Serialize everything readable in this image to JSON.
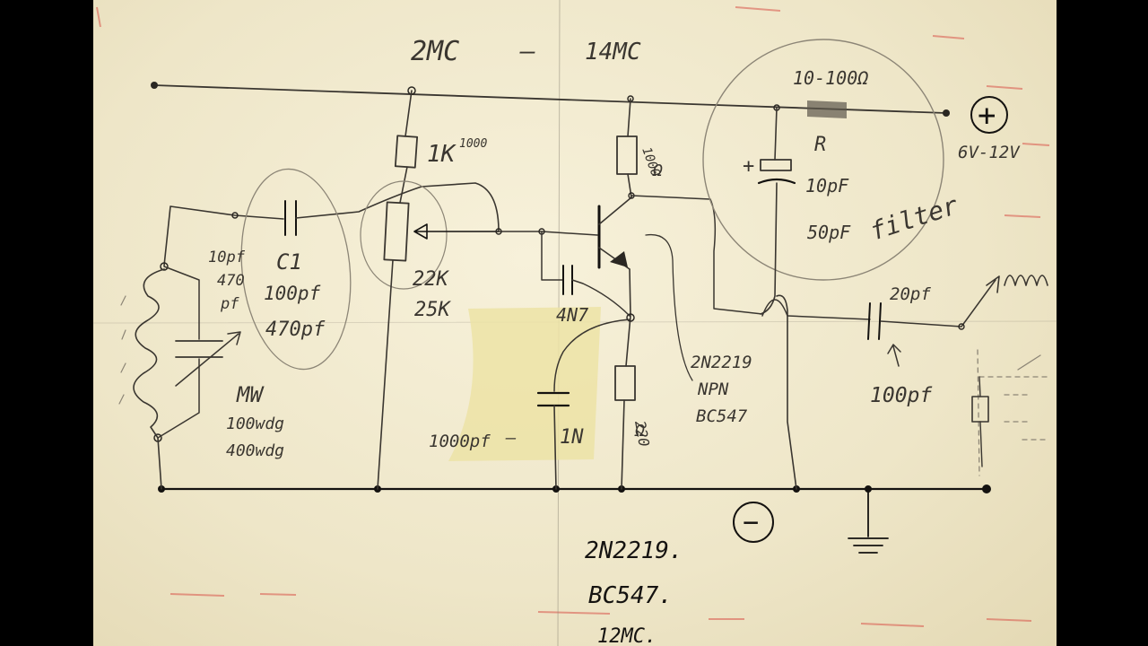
{
  "colors": {
    "paper": "#f2ebd0",
    "ink": "#3a3630",
    "tape": "#ece3a6",
    "red_marks": "#d9544a"
  },
  "labels": {
    "band_low": "2MC",
    "band_dash": "—",
    "band_high": "14MC",
    "r_filter_value": "10-100Ω",
    "r_filter_name": "R",
    "supply_voltage": "6V-12V",
    "plus_symbol": "+",
    "minus_symbol": "−",
    "r_top": "1K",
    "r_top_extra": "1000",
    "pot_value_1": "22K",
    "pot_value_2": "25K",
    "c1_name": "C1",
    "c1_value_1": "100pf",
    "c1_value_2": "470pf",
    "tune_cap_1": "10pf",
    "tune_cap_2": "470",
    "tune_cap_3": "pf",
    "coil_label": "MW",
    "coil_turns_1": "100wdg",
    "coil_turns_2": "400wdg",
    "r_collector_1": "1000",
    "r_collector_2": "Ω",
    "cap_filter_1": "10pF",
    "cap_filter_2": "50pF",
    "cap_plus": "+",
    "filter_word": "filter",
    "cap_fb": "4N7",
    "transistor_1": "2N2219",
    "transistor_2": "NPN",
    "transistor_3": "BC547",
    "r_emitter_1": "220",
    "r_emitter_2": "Ω",
    "cap_base_value": "1000pf",
    "cap_base_dash": "—",
    "cap_base_suffix": "1N",
    "cap_out_1": "20pf",
    "cap_out_2": "100pf",
    "bottom_1": "2N2219.",
    "bottom_2": "BC547.",
    "bottom_3": "12MC."
  }
}
